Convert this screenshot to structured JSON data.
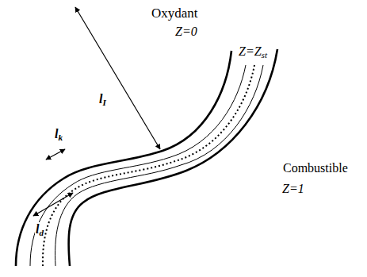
{
  "diagram": {
    "labels": [
      "Oxydant",
      "Z=0",
      "lk",
      "lI",
      "Z=Zst",
      "Combustible",
      "Z=1",
      "ld"
    ]
  }
}
